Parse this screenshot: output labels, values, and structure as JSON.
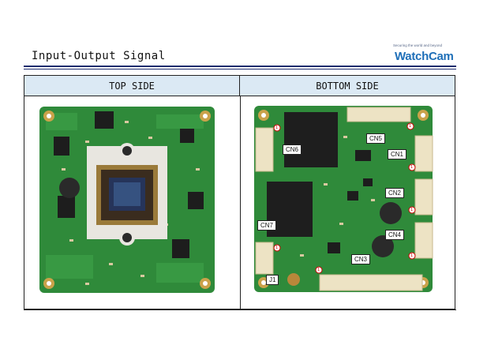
{
  "header": {
    "title": "Input-Output Signal",
    "tagline": "Securing the world and beyond",
    "logo": "WatchCam"
  },
  "table": {
    "col_left": "TOP SIDE",
    "col_right": "BOTTOM SIDE"
  },
  "labels": {
    "cn6": "CN6",
    "cn5": "CN5",
    "cn1": "CN1",
    "cn2": "CN2",
    "cn7": "CN7",
    "cn4": "CN4",
    "cn3": "CN3",
    "j1": "J1",
    "pin1": "1"
  },
  "colors": {
    "pcb_green": "#2f8a3a",
    "header_fill": "#dbe9f4",
    "rule": "#1c2c6e",
    "logo": "#1f6fb8"
  }
}
